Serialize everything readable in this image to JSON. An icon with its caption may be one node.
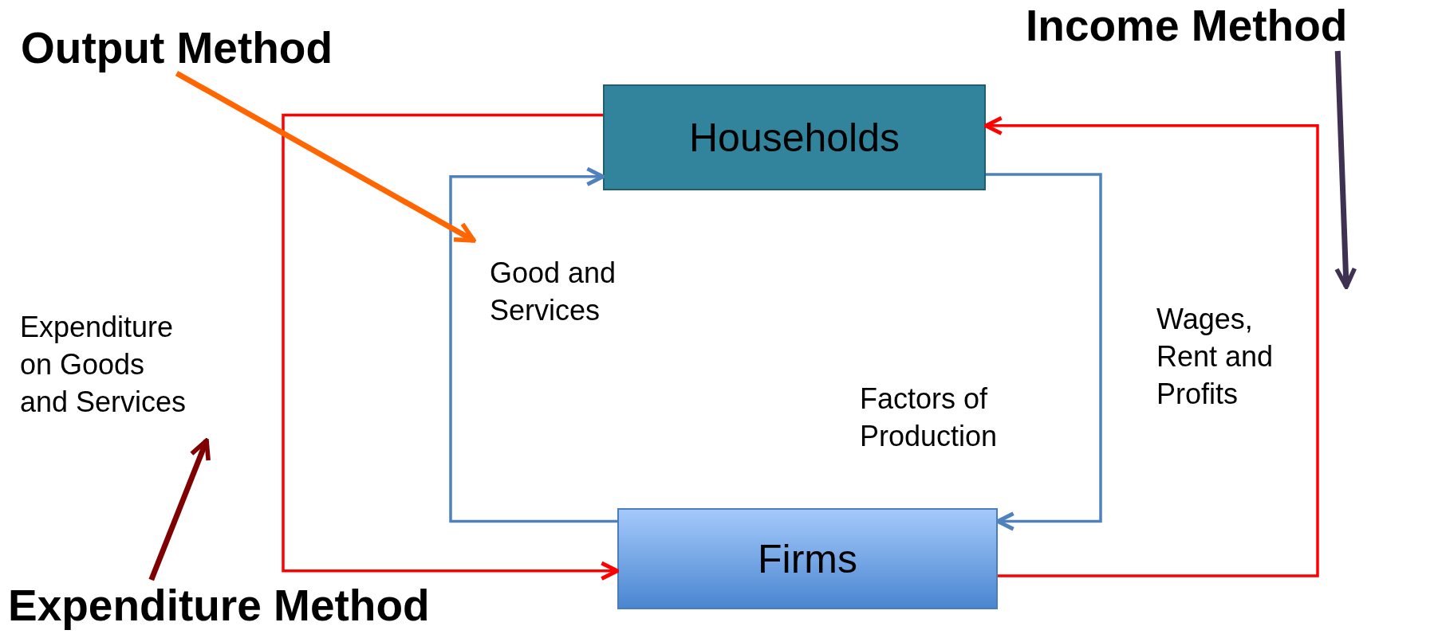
{
  "diagram": {
    "nodes": [
      {
        "text": [
          "Households"
        ]
      },
      {
        "text": [
          "Firms"
        ]
      },
      {
        "text": [
          "Output Method"
        ]
      },
      {
        "text": [
          "Income Method"
        ]
      },
      {
        "text": [
          "Expenditure Method"
        ]
      }
    ],
    "edges": [
      {
        "from": 0,
        "to": 1,
        "arrow": "to",
        "label": "Expenditure on Goods and Services",
        "color": "#ff0000"
      },
      {
        "from": 1,
        "to": 0,
        "arrow": "to",
        "label": "Good and Services",
        "color": "#4f81bd"
      },
      {
        "from": 0,
        "to": 1,
        "arrow": "to",
        "label": "Factors of Production",
        "color": "#4f81bd"
      },
      {
        "from": 1,
        "to": 0,
        "arrow": "to",
        "label": "Wages, Rent and Profits",
        "color": "#ff0000"
      },
      {
        "from": 2,
        "to": null,
        "arrow": "to",
        "style": "thick",
        "color": "#ff6600"
      },
      {
        "from": 3,
        "to": null,
        "arrow": "to",
        "style": "thick",
        "color": "#3f3151"
      },
      {
        "from": 4,
        "to": null,
        "arrow": "to",
        "style": "thick",
        "color": "#7f0000"
      }
    ]
  }
}
